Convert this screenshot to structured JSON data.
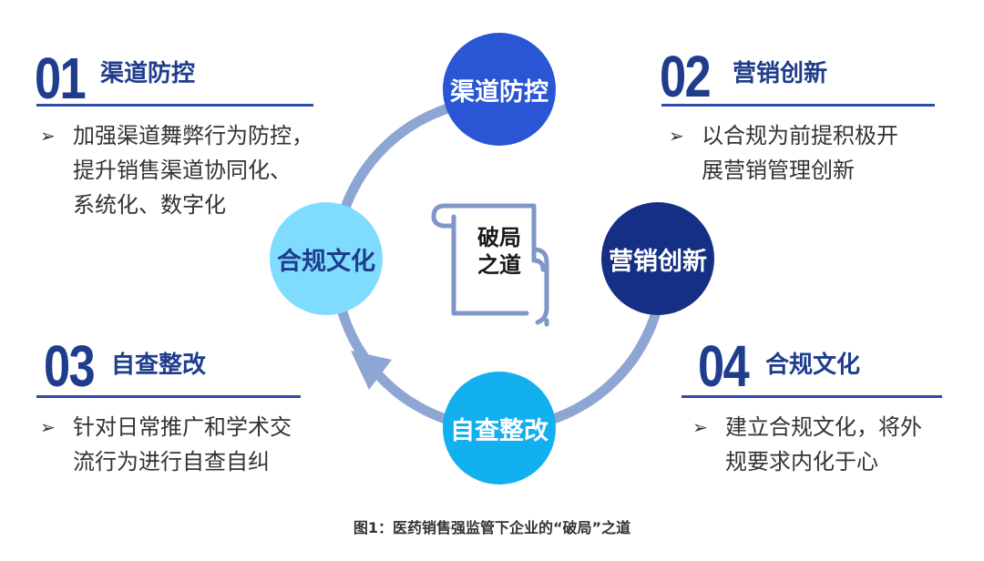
{
  "sections": [
    {
      "number": "01",
      "title": "渠道防控",
      "text": "加强渠道舞弊行为防控，提升销售渠道协同化、系统化、数字化",
      "lines": [
        "加强渠道舞弊行为防控，",
        "提升销售渠道协同化、",
        "系统化、数字化"
      ]
    },
    {
      "number": "02",
      "title": "营销创新",
      "text": "以合规为前提积极开展营销管理创新",
      "lines": [
        "以合规为前提积极开",
        "展营销管理创新"
      ]
    },
    {
      "number": "03",
      "title": "自查整改",
      "text": "针对日常推广和学术交流行为进行自查自纠",
      "lines": [
        "针对日常推广和学术交",
        "流行为进行自查自纠"
      ]
    },
    {
      "number": "04",
      "title": "合规文化",
      "text": "建立合规文化，将外规要求内化于心",
      "lines": [
        "建立合规文化，将外",
        "规要求内化于心"
      ]
    }
  ],
  "bullet_symbol": "➢",
  "cycle": {
    "top": "渠道防控",
    "right": "营销创新",
    "bottom": "自查整改",
    "left": "合规文化",
    "center": [
      "破局",
      "之道"
    ]
  },
  "caption": "图1：医药销售强监管下企业的“破局”之道",
  "colors": {
    "title_blue": "#1f3d8c",
    "rule_blue": "#2c4aa6",
    "ring": "#8ea6d3",
    "circle_top": "#2a55d4",
    "circle_right": "#152f85",
    "circle_bottom": "#12b0ee",
    "circle_left": "#7fdcff",
    "center_icon": "#8096c8"
  }
}
